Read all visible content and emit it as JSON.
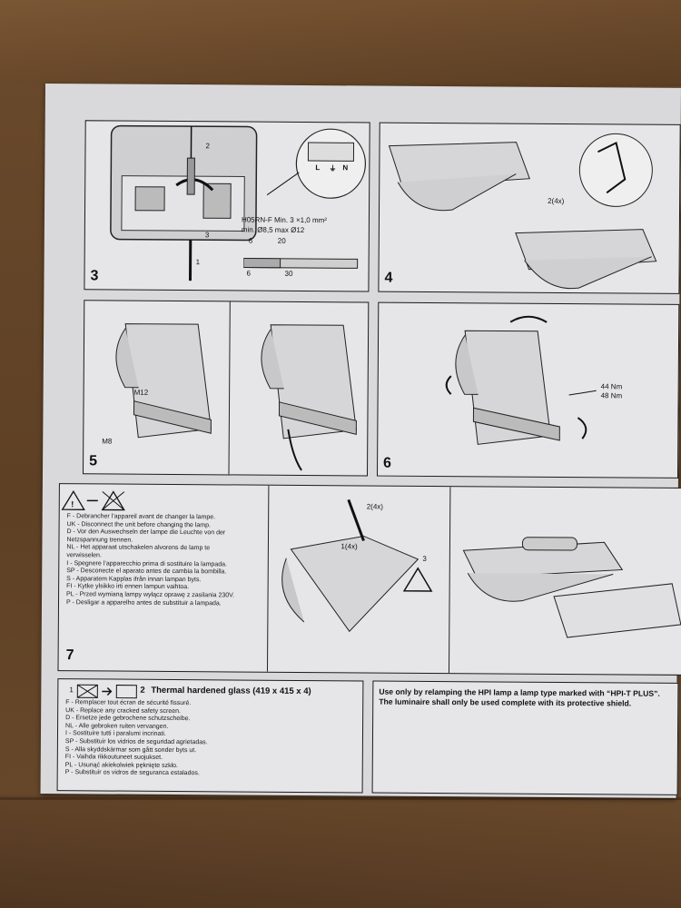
{
  "panels": {
    "p3": {
      "number": "3",
      "terminal": {
        "L": "L",
        "ground": "⏚",
        "N": "N"
      },
      "cable_spec": "H05RN-F  Min. 3 ×1,0 mm²",
      "diameter_spec": "min. Ø8,5 max Ø12",
      "dims_top": [
        "6",
        "20"
      ],
      "dims_bottom": [
        "6",
        "30"
      ],
      "step_labels": [
        "2",
        "3",
        "1"
      ]
    },
    "p4": {
      "number": "4",
      "callout": "2(4x)"
    },
    "p5": {
      "number": "5",
      "labels": [
        "M12",
        "M8"
      ]
    },
    "p6": {
      "number": "6",
      "torque": [
        "44 Nm",
        "48 Nm"
      ]
    },
    "p7": {
      "number": "7",
      "lines": [
        "F   - Debrancher l’appareil avant de changer la lampe.",
        "UK - Disconnect the unit before changing the lamp.",
        "D   - Vor den Auswechseln der lampe die Leuchte von der",
        "        Netzspannung trennen.",
        "NL  - Het apparaat utschakelen alvorens de lamp te",
        "        verwisselen.",
        "I     - Spegnere l’apparecchio prima di sostituire la lampada.",
        "SP  - Desconecte el aparato antes de cambia la bombilla.",
        "S    - Apparatem Kapplas ifrån innan lampan byts.",
        "FI   - Kytke ylsikko irti ennen lampun vaihtoa.",
        "PL  - Przed wymianą lampy wyłącz oprawę z zasilania 230V.",
        "P    - Desligar a apparelho antes de substituir a lampada."
      ],
      "callouts": [
        "2(4x)",
        "1(4x)",
        "3"
      ]
    },
    "p8": {
      "step1": "1",
      "step2": "2",
      "title": "Thermal hardened glass (419 x 415 x 4)",
      "lines": [
        "F  - Remplacer tout écran de sécurité fissuré.",
        "UK - Replace any cracked safety screen.",
        "D  - Ersetze jede gebrochene schutzscheibe.",
        "NL - Alle gebroken ruiten vervangen.",
        "I  - Sostituire tutti i paralumi incrinati.",
        "SP - Substituir los vidrios de seguridad agrietadas.",
        "S  - Alla skyddskärmar som gått sonder byts ut.",
        "FI - Vaihda rikkoutuneet suojukset.",
        "PL - Usunąć akiekolwiek pęknięte szkło.",
        "P  - Substituir os vidros de seguranca estalados."
      ]
    },
    "p9": {
      "text": "Use only by relamping the HPI lamp a lamp type marked with “HPI-T PLUS”. The luminaire shall only be used complete with its protective shield."
    }
  }
}
